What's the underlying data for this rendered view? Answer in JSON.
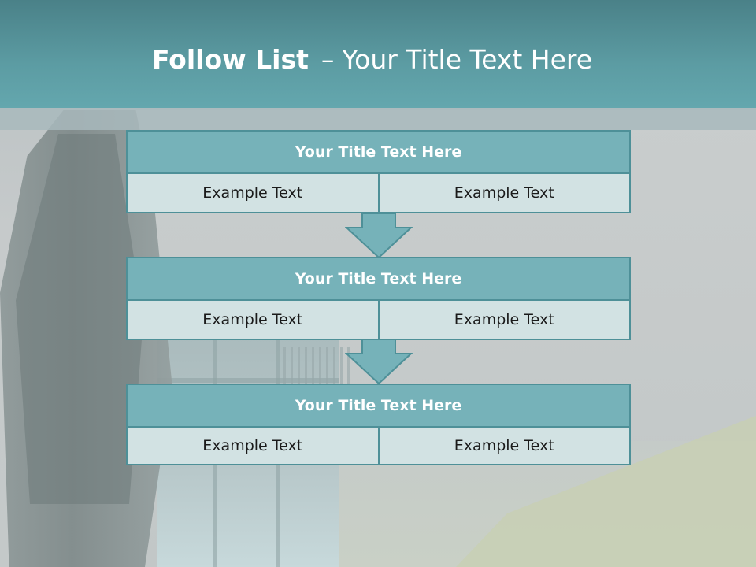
{
  "slide": {
    "title_bold": "Follow List",
    "title_separator": "–",
    "title_rest": "Your Title Text Here"
  },
  "steps": [
    {
      "title": "Your Title Text Here",
      "left": "Example Text",
      "right": "Example Text"
    },
    {
      "title": "Your Title Text Here",
      "left": "Example Text",
      "right": "Example Text"
    },
    {
      "title": "Your Title Text Here",
      "left": "Example Text",
      "right": "Example Text"
    }
  ],
  "colors": {
    "header": "#5c9ca3",
    "box_title": "#76b2b9",
    "box_cell": "#d2e2e3",
    "border": "#4e9098",
    "arrow": "#76b2b9"
  }
}
